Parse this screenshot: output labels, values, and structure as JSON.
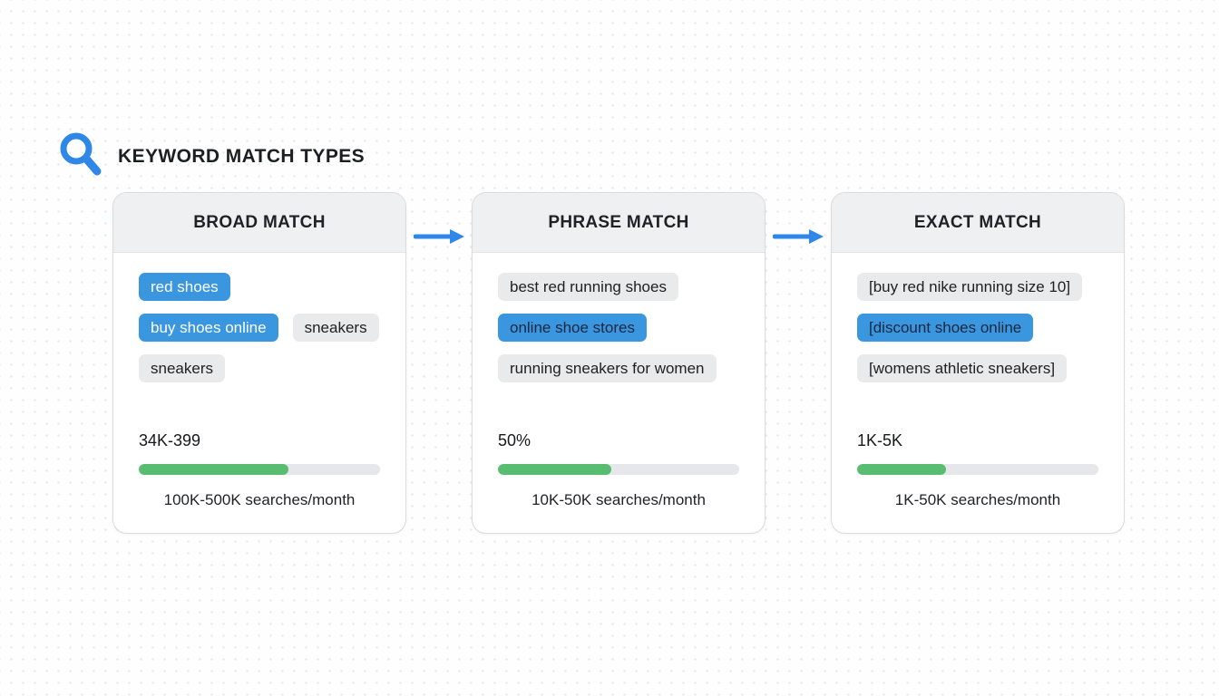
{
  "page": {
    "title": "KEYWORD MATCH TYPES"
  },
  "colors": {
    "accent_blue": "#2f87e8",
    "tag_blue": "#3b96e0",
    "progress_green": "#58bd70",
    "track_gray": "#e5e7ea",
    "tag_gray_bg": "#e9eaec",
    "header_gray_bg": "#eff0f2",
    "card_border": "#d9dbde",
    "text_dark": "#202124",
    "dot_grid": "#e3e6ec"
  },
  "icons": {
    "title_icon": "search-icon",
    "connector_icon": "arrow-right-icon"
  },
  "cards": [
    {
      "title": "BROAD MATCH",
      "tag_rows": [
        [
          {
            "label": "red shoes",
            "variant": "blue-white"
          }
        ],
        [
          {
            "label": "buy shoes online",
            "variant": "blue-white"
          },
          {
            "label": "sneakers",
            "variant": "gray"
          }
        ],
        [
          {
            "label": "sneakers",
            "variant": "gray"
          }
        ]
      ],
      "stat": "34K-399",
      "progress_percent": 62,
      "volume": "100K-500K searches/month"
    },
    {
      "title": "PHRASE MATCH",
      "tag_rows": [
        [
          {
            "label": "best red running shoes",
            "variant": "gray"
          }
        ],
        [
          {
            "label": "online shoe stores",
            "variant": "blue-dark"
          }
        ],
        [
          {
            "label": "running sneakers for women",
            "variant": "gray"
          }
        ]
      ],
      "stat": "50%",
      "progress_percent": 47,
      "volume": "10K-50K searches/month"
    },
    {
      "title": "EXACT MATCH",
      "tag_rows": [
        [
          {
            "label": "[buy red nike running size 10]",
            "variant": "gray"
          }
        ],
        [
          {
            "label": "[discount shoes online",
            "variant": "blue-dark"
          }
        ],
        [
          {
            "label": "[womens athletic sneakers]",
            "variant": "gray"
          }
        ]
      ],
      "stat": "1K-5K",
      "progress_percent": 37,
      "volume": "1K-50K searches/month"
    }
  ]
}
